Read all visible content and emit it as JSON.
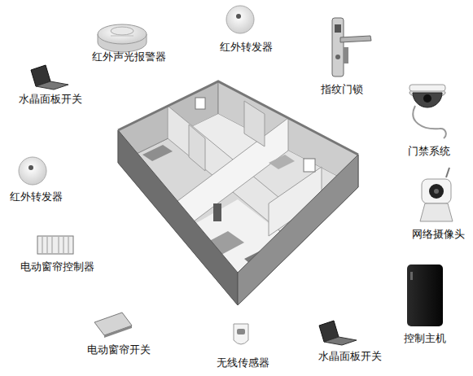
{
  "diagram": {
    "labels": [
      "红外转发器",
      "红外声光报警器",
      "指纹门锁",
      "水晶面板开关",
      "门禁系统",
      "红外转发器",
      "网络摄像头",
      "电动窗帘控制器",
      "控制主机",
      "电动窗帘开关",
      "水晶面板开关",
      "无线传感器"
    ]
  }
}
